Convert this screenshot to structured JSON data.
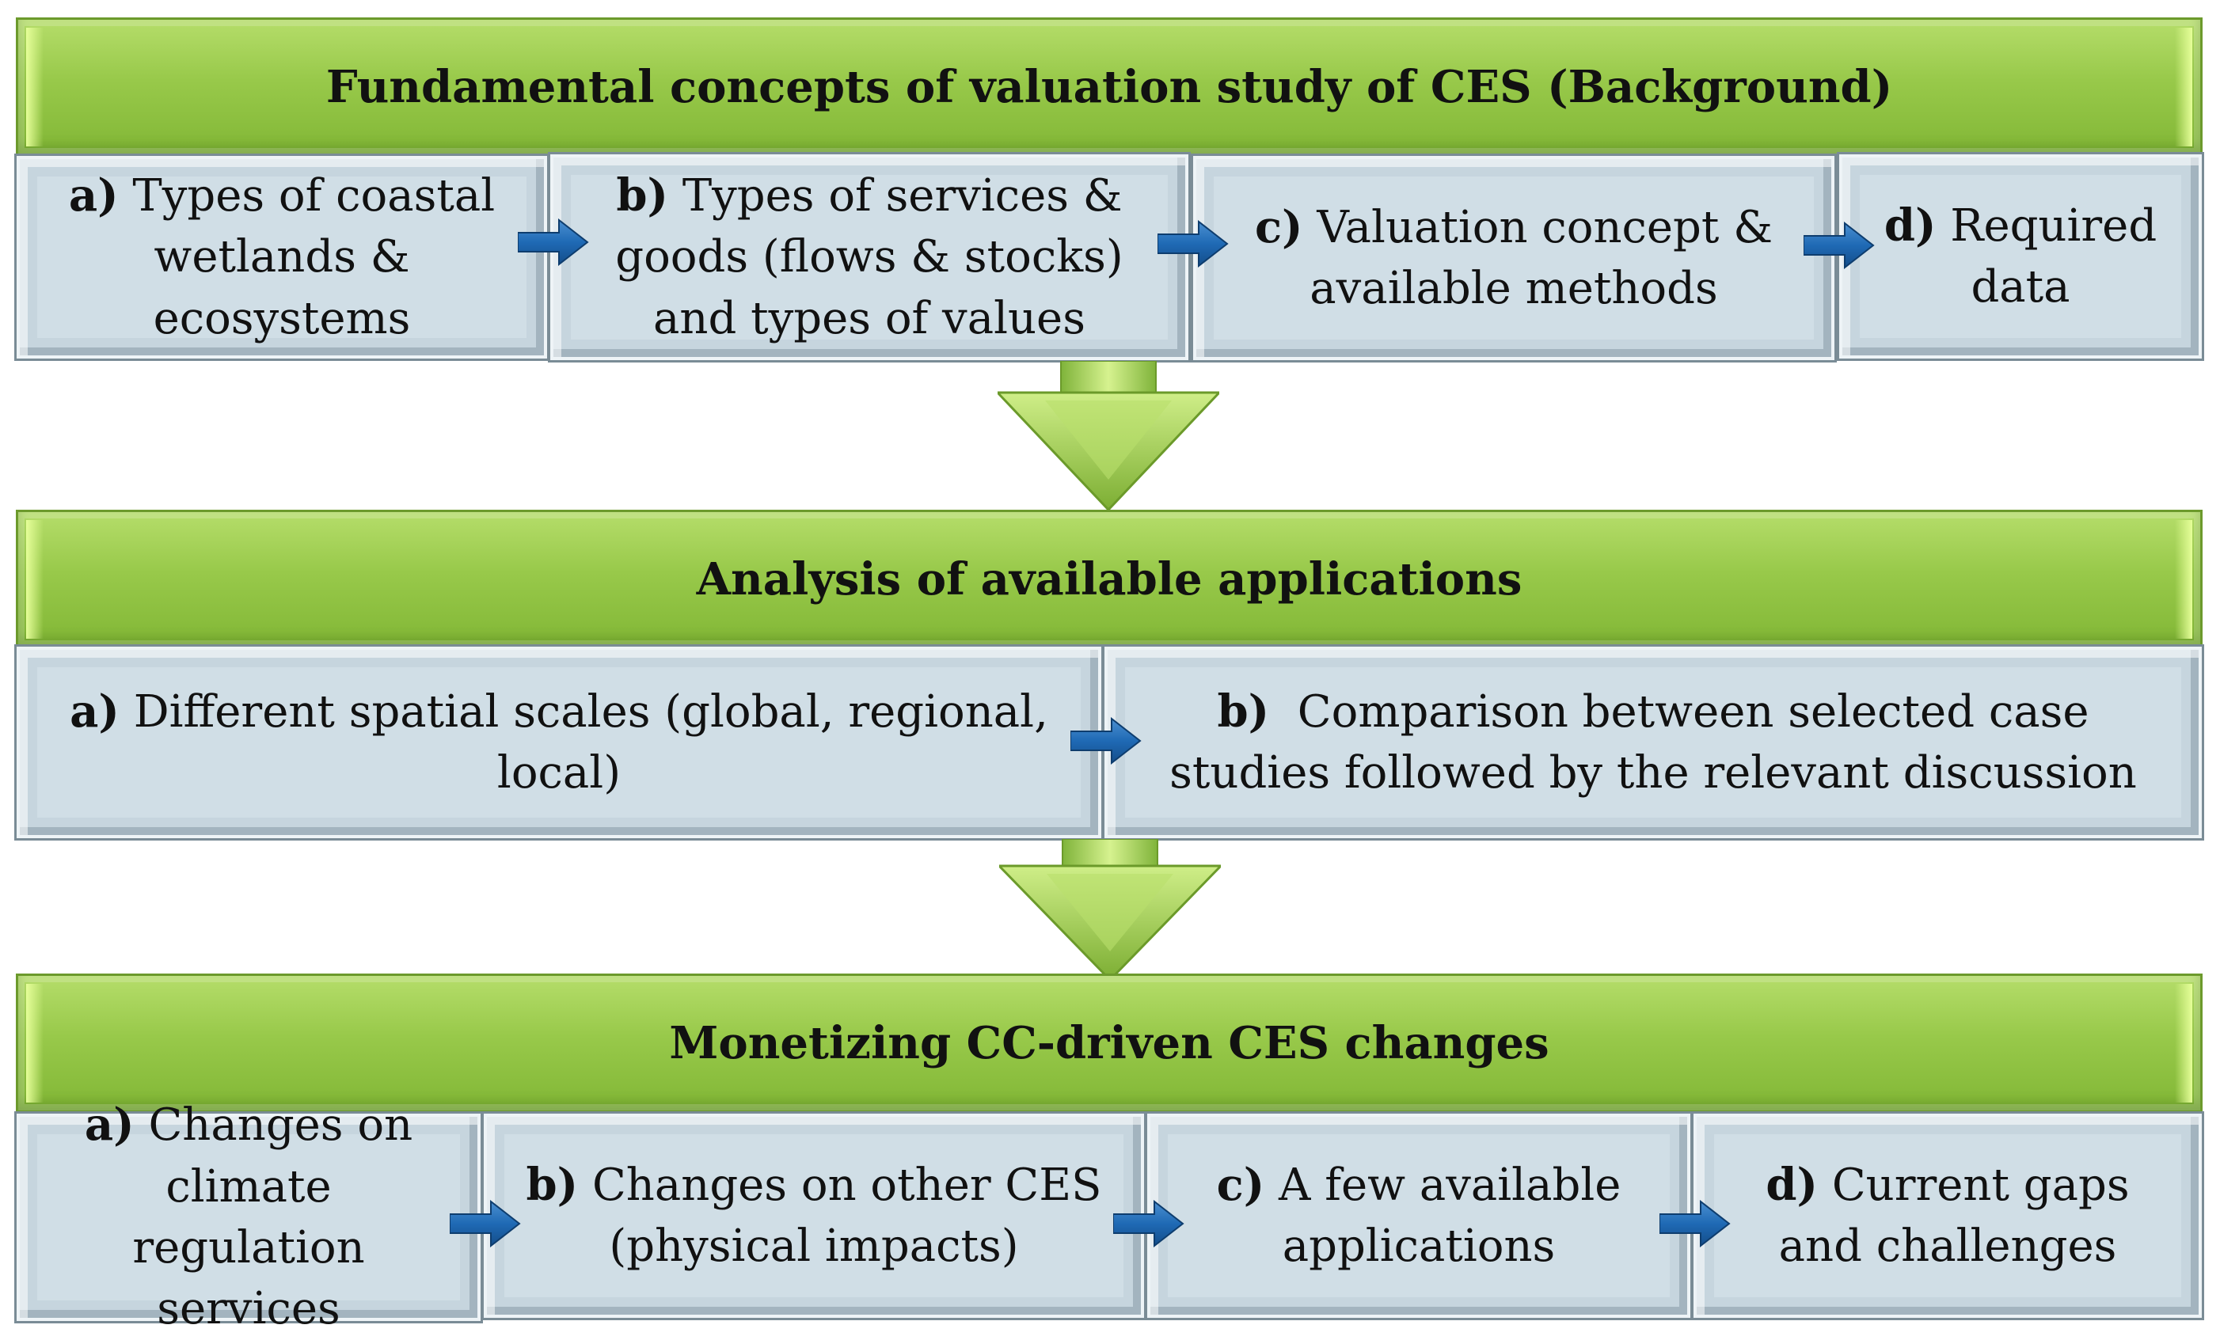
{
  "sections": [
    {
      "header": "Fundamental concepts of valuation study of CES (Background)",
      "items": [
        {
          "letter": "a)",
          "text": "Types of coastal wetlands & ecosystems"
        },
        {
          "letter": "b)",
          "text": "Types of services & goods (flows & stocks) and types of values"
        },
        {
          "letter": "c)",
          "text": "Valuation concept & available methods"
        },
        {
          "letter": "d)",
          "text": "Required data"
        }
      ]
    },
    {
      "header": "Analysis of available applications",
      "items": [
        {
          "letter": "a)",
          "text": "Different spatial scales (global, regional, local)"
        },
        {
          "letter": "b)",
          "text": "Comparison between selected case studies followed by the relevant discussion"
        }
      ]
    },
    {
      "header": "Monetizing CC-driven CES changes",
      "items": [
        {
          "letter": "a)",
          "text": "Changes on climate regulation services"
        },
        {
          "letter": "b)",
          "text": "Changes on other CES (physical impacts)"
        },
        {
          "letter": "c)",
          "text": "A few available applications"
        },
        {
          "letter": "d)",
          "text": "Current gaps and challenges"
        }
      ]
    }
  ]
}
